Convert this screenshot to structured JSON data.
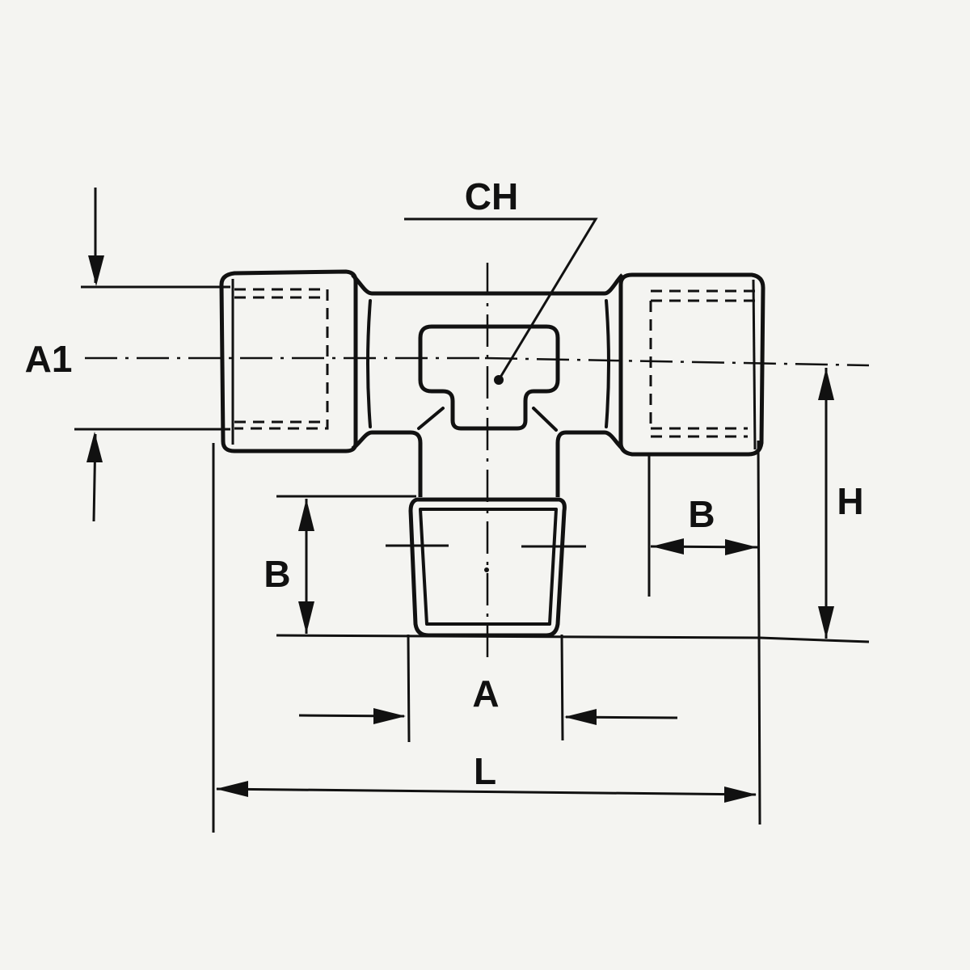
{
  "labels": {
    "ch": "CH",
    "a1": "A1",
    "h": "H",
    "b_right": "B",
    "b_left": "B",
    "a": "A",
    "l": "L"
  },
  "colors": {
    "ink": "#111111",
    "paper": "#f4f4f1"
  }
}
